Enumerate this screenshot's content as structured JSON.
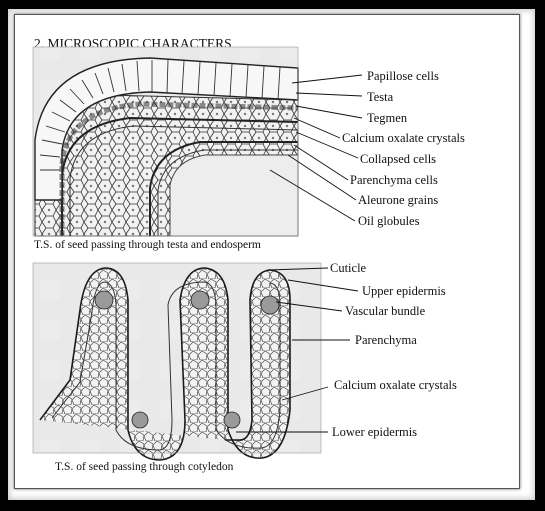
{
  "heading": "2. MICROSCOPIC  CHARACTERS",
  "figure1": {
    "caption": "T.S. of  seed passing through testa and endosperm",
    "labels": [
      "Papillose cells",
      "Testa",
      "Tegmen",
      "Calcium  oxalate crystals",
      "Collapsed cells",
      "Parenchyma cells",
      "Aleurone grains",
      "Oil globules"
    ]
  },
  "figure2": {
    "caption": "T.S. of seed passing through cotyledon",
    "labels": [
      "Cuticle",
      "Upper epidermis",
      "Vascular bundle",
      "Parenchyma",
      "Calcium oxalate crystals",
      "Lower epidermis"
    ]
  }
}
